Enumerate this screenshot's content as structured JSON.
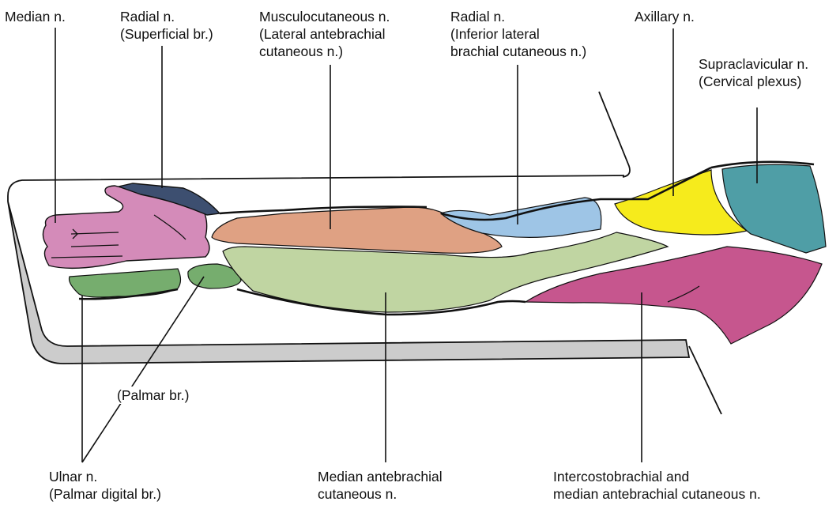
{
  "colors": {
    "median_hand": "#d48bb9",
    "radial_superficial": "#3d4f70",
    "musculocutaneous": "#dfa183",
    "radial_inferior_lateral": "#9ec5e6",
    "axillary": "#f6eb1c",
    "supraclavicular": "#4f9ea6",
    "ulnar": "#76ad6e",
    "median_antebrachial": "#c0d5a2",
    "intercostobrachial": "#c6568e",
    "armboard": "#cccccc",
    "outline": "#111111"
  },
  "labels": {
    "median_n": {
      "lines": [
        "Median n."
      ]
    },
    "radial_superficial": {
      "lines": [
        "Radial n.",
        "(Superficial br.)"
      ]
    },
    "musculocutaneous": {
      "lines": [
        "Musculocutaneous n.",
        "(Lateral antebrachial",
        "cutaneous n.)"
      ]
    },
    "radial_inferior": {
      "lines": [
        "Radial n.",
        "(Inferior lateral",
        "brachial cutaneous n.)"
      ]
    },
    "axillary": {
      "lines": [
        "Axillary n."
      ]
    },
    "supraclavicular": {
      "lines": [
        "Supraclavicular n.",
        "(Cervical plexus)"
      ]
    },
    "palmar_br": {
      "lines": [
        "(Palmar br.)"
      ]
    },
    "ulnar": {
      "lines": [
        "Ulnar n.",
        "(Palmar digital br.)"
      ]
    },
    "median_antebrachial": {
      "lines": [
        "Median antebrachial",
        "cutaneous n."
      ]
    },
    "intercostobrachial": {
      "lines": [
        "Intercostobrachial and",
        "median antebrachial cutaneous n."
      ]
    }
  }
}
